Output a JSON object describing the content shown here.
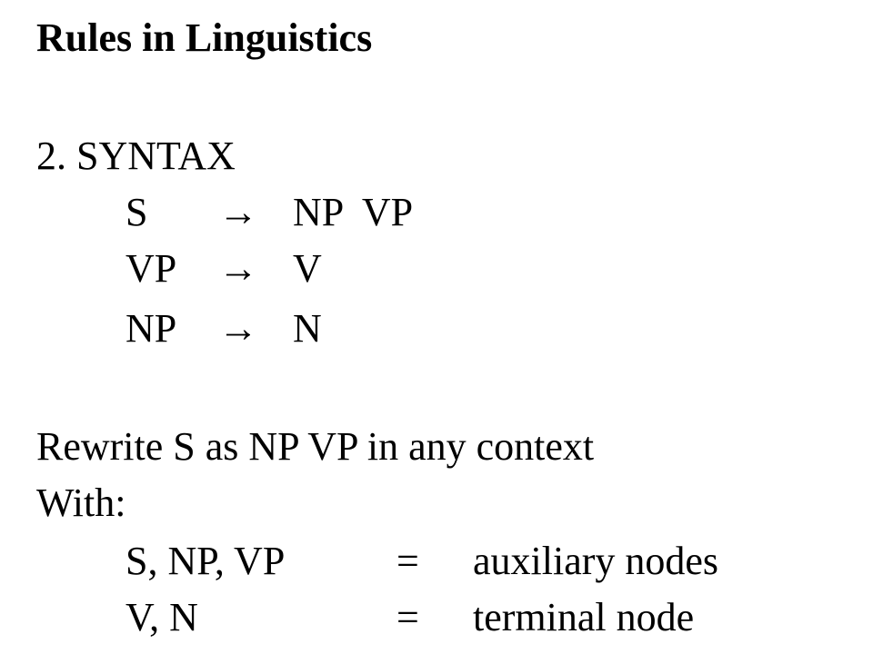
{
  "title": "Rules in Linguistics",
  "section": "2. SYNTAX",
  "rules": [
    {
      "lhs": "S",
      "arrow": "→",
      "rhs": "NP  VP"
    },
    {
      "lhs": "VP",
      "arrow": "→",
      "rhs": "V"
    },
    {
      "lhs": "NP",
      "arrow": "→",
      "rhs": "N"
    }
  ],
  "rewrite_text": "Rewrite S as NP VP in any context",
  "with_label": "With:",
  "definitions": [
    {
      "term": "S, NP, VP",
      "eq": "=",
      "meaning": "auxiliary nodes"
    },
    {
      "term": "V, N",
      "eq": "=",
      "meaning": "terminal node"
    }
  ]
}
